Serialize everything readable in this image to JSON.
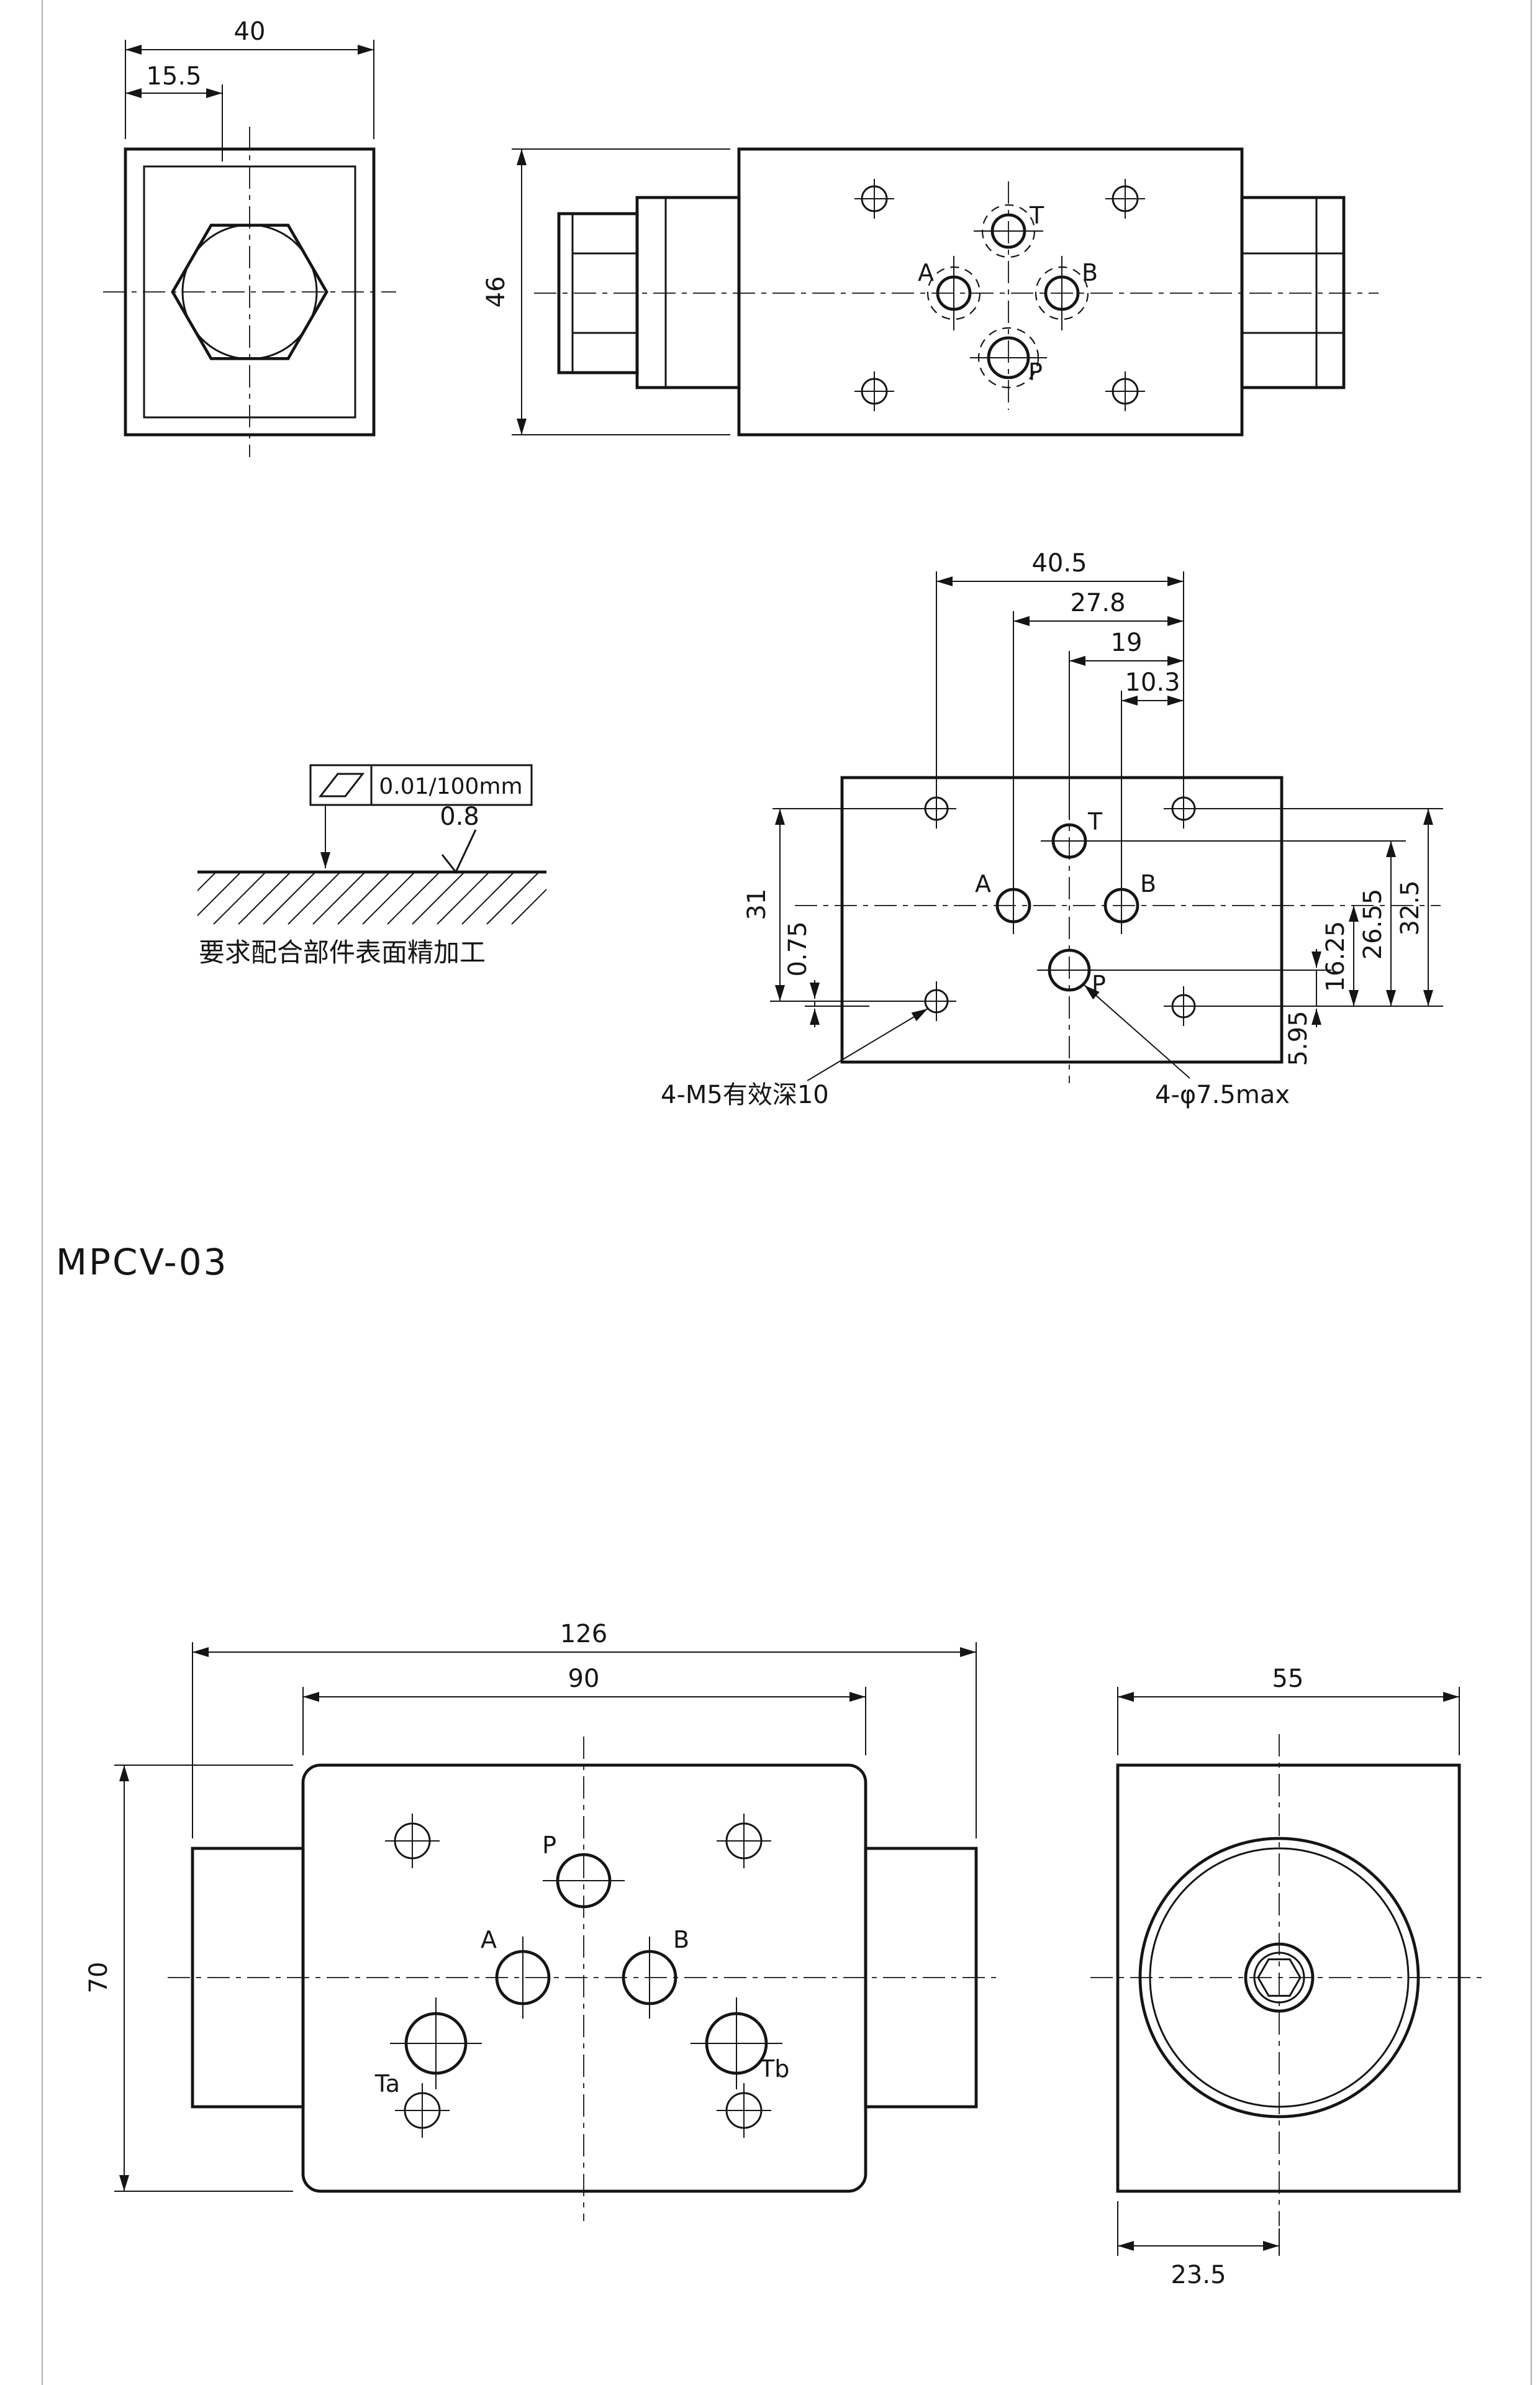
{
  "page": {
    "title": "MPCV-03"
  },
  "surface_callout": {
    "flatness_tolerance": "0.01/100mm",
    "roughness": "0.8",
    "note_cn": "要求配合部件表面精加工"
  },
  "upper_end_view": {
    "dim_width": "40",
    "dim_plug_offset": "15.5"
  },
  "upper_plan_view": {
    "dim_height": "46",
    "port_t": "T",
    "port_a": "A",
    "port_b": "B",
    "port_p": "P"
  },
  "mounting_face_view": {
    "dim_bolt_span": "40.5",
    "dim_a_to_right": "27.8",
    "dim_tp_to_right": "19",
    "dim_b_to_right": "10.3",
    "dim_bolt_vertical": "31",
    "dim_offset": "0.75",
    "dim_top_row": "32.5",
    "dim_t_row": "26.55",
    "dim_ab_row": "16.25",
    "dim_p_row": "5.95",
    "port_t": "T",
    "port_a": "A",
    "port_b": "B",
    "port_p": "P",
    "callout_bolt_holes": "4-M5有效深10",
    "callout_port_holes": "4-φ7.5max"
  },
  "lower_front_view": {
    "dim_overall_length": "126",
    "dim_body_length": "90",
    "dim_height": "70",
    "port_p": "P",
    "port_a": "A",
    "port_b": "B",
    "port_ta": "Ta",
    "port_tb": "Tb"
  },
  "lower_side_view": {
    "dim_width": "55",
    "dim_bore_offset": "23.5"
  }
}
